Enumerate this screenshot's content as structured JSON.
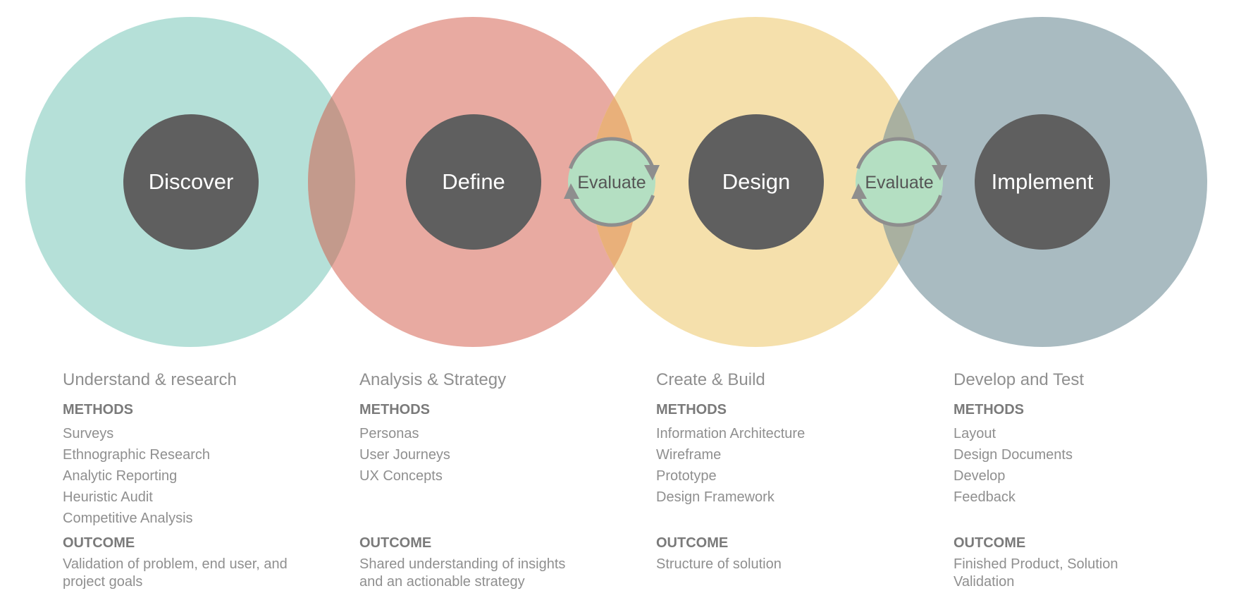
{
  "phases": [
    {
      "title": "Discover",
      "color": "#b5e0d8",
      "subtitle": "Understand & research",
      "methods_label": "METHODS",
      "methods": [
        "Surveys",
        "Ethnographic Research",
        "Analytic Reporting",
        "Heuristic Audit",
        "Competitive Analysis"
      ],
      "outcome_label": "OUTCOME",
      "outcome": "Validation of problem, end user, and project goals"
    },
    {
      "title": "Define",
      "color": "#e8aaa1",
      "subtitle": "Analysis & Strategy",
      "methods_label": "METHODS",
      "methods": [
        "Personas",
        "User Journeys",
        "UX Concepts"
      ],
      "outcome_label": "OUTCOME",
      "outcome": "Shared understanding of insights and an actionable strategy"
    },
    {
      "title": "Design",
      "color": "#f5e0ac",
      "subtitle": "Create & Build",
      "methods_label": "METHODS",
      "methods": [
        "Information Architecture",
        "Wireframe",
        "Prototype",
        "Design Framework"
      ],
      "outcome_label": "OUTCOME",
      "outcome": "Structure of solution"
    },
    {
      "title": "Implement",
      "color": "#a9bbc1",
      "subtitle": "Develop and Test",
      "methods_label": "METHODS",
      "methods": [
        "Layout",
        "Design Documents",
        "Develop",
        "Feedback"
      ],
      "outcome_label": "OUTCOME",
      "outcome": "Finished Product, Solution Validation"
    }
  ],
  "evaluate_nodes": [
    {
      "label": "Evaluate"
    },
    {
      "label": "Evaluate"
    }
  ],
  "colors": {
    "core": "#5f5f5f",
    "evaluate_fill": "#b4dfc2",
    "evaluate_ring": "#8e8e8e",
    "overlap_discover_define": "#c39a8c",
    "overlap_define_design": "#e9b07a",
    "overlap_design_implement": "#a9b0a0"
  }
}
